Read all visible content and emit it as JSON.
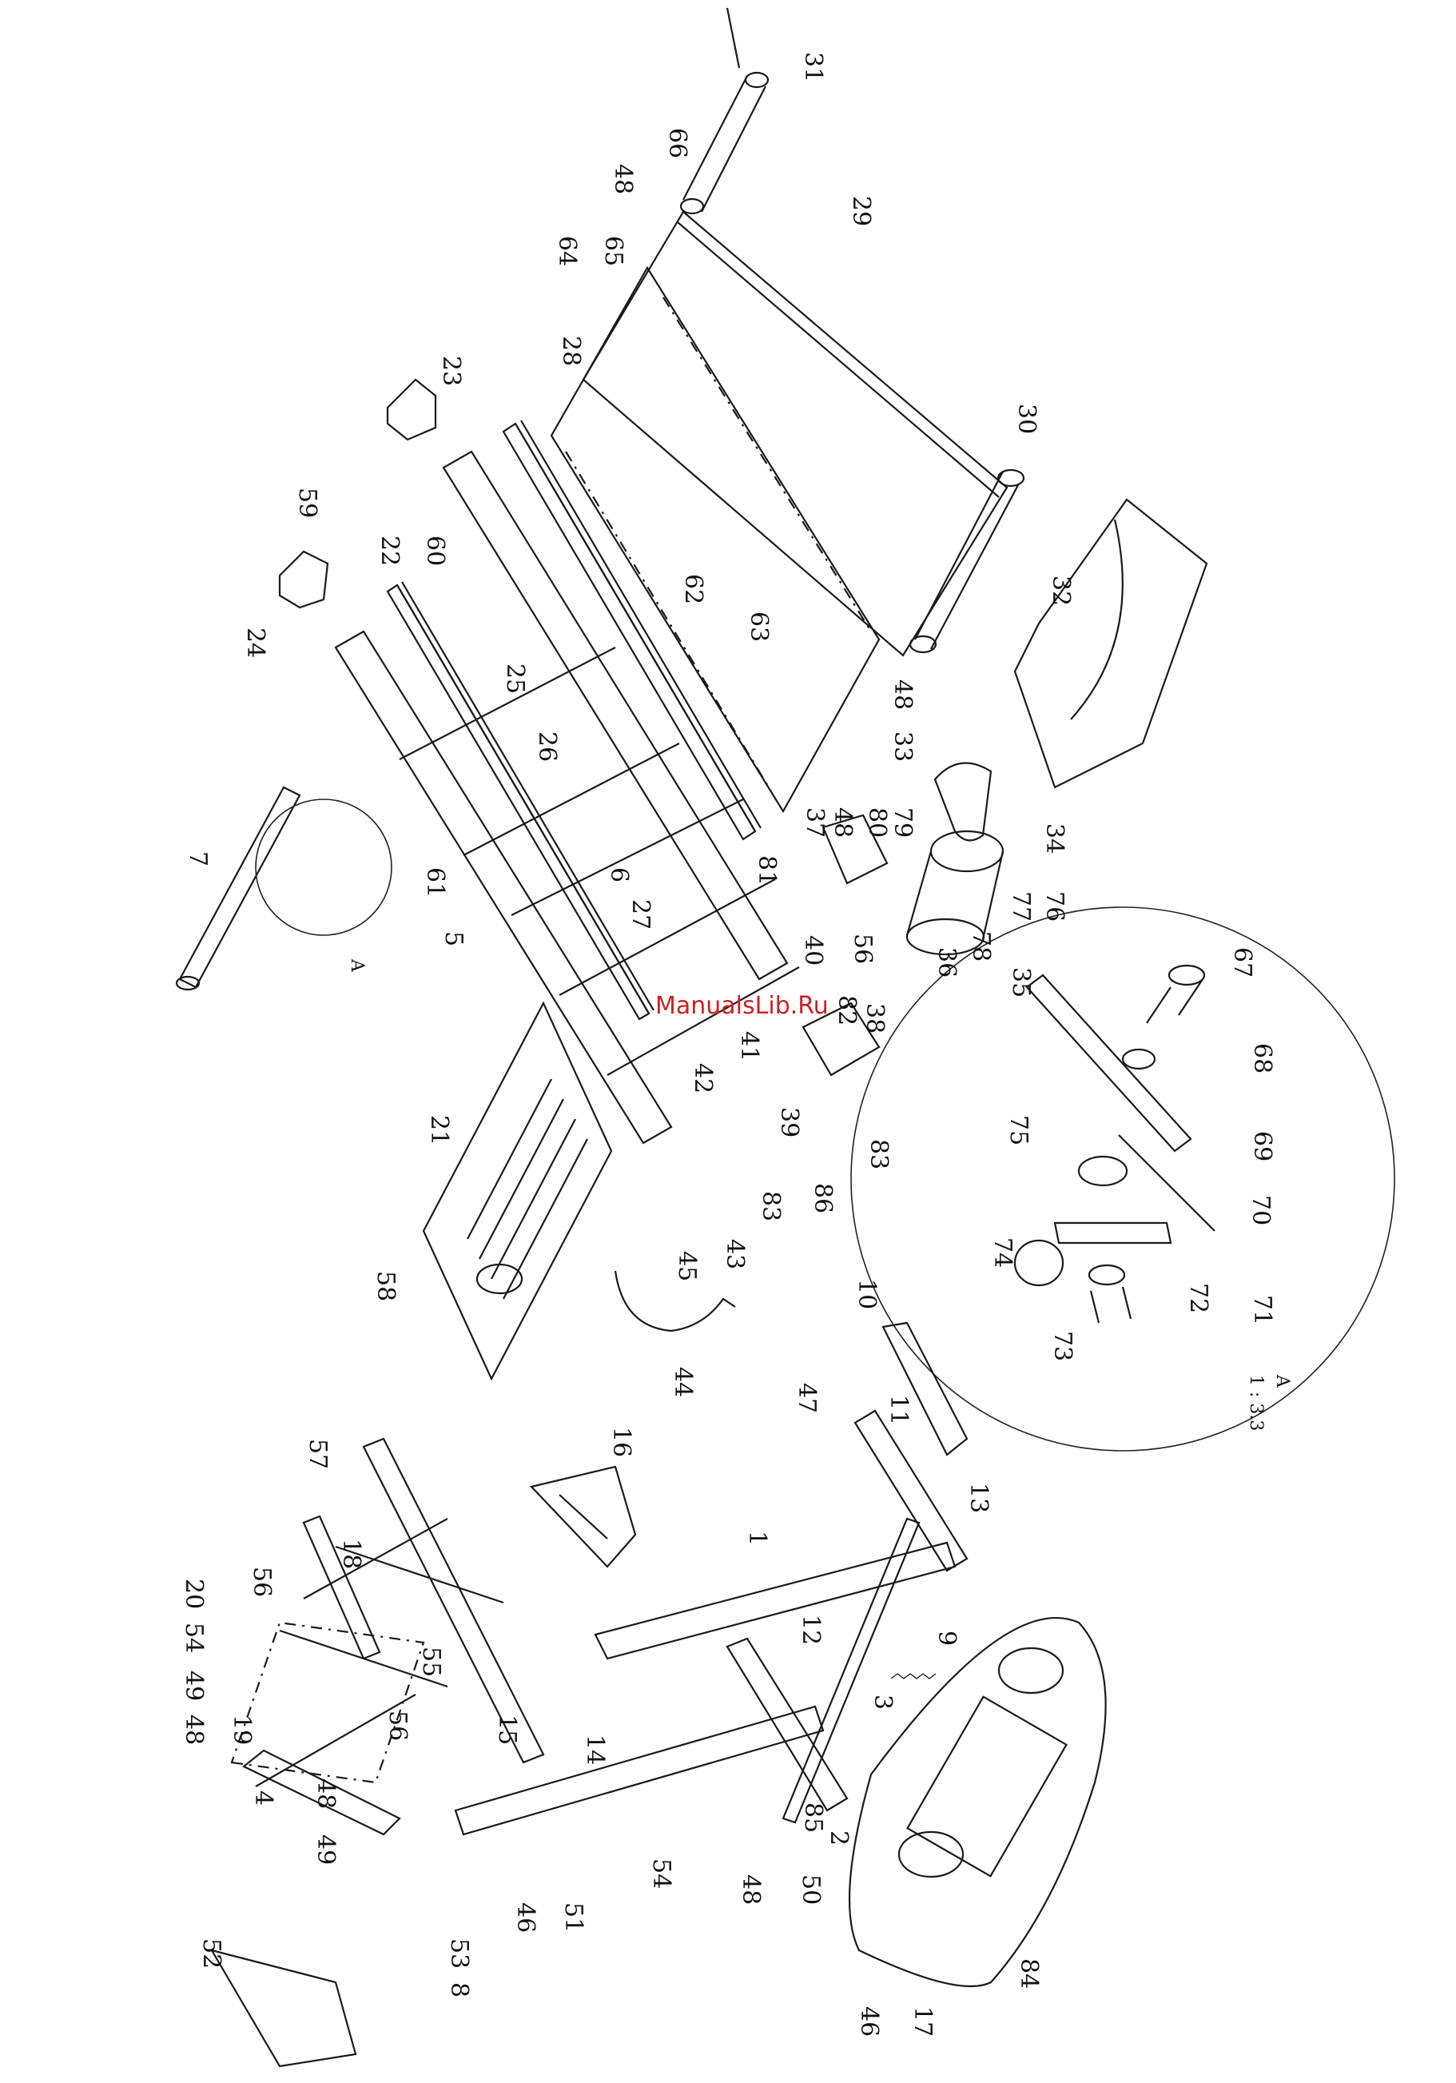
{
  "watermark": "ManualsLib.Ru",
  "detail": {
    "label": "A",
    "scale": "1 : 3.3"
  },
  "callouts": [
    {
      "id": "c31",
      "text": "31"
    },
    {
      "id": "c48a",
      "text": "48"
    },
    {
      "id": "c66",
      "text": "66"
    },
    {
      "id": "c29",
      "text": "29"
    },
    {
      "id": "c64",
      "text": "64"
    },
    {
      "id": "c65",
      "text": "65"
    },
    {
      "id": "c23",
      "text": "23"
    },
    {
      "id": "c28",
      "text": "28"
    },
    {
      "id": "c30",
      "text": "30"
    },
    {
      "id": "c59",
      "text": "59"
    },
    {
      "id": "c22",
      "text": "22"
    },
    {
      "id": "c60",
      "text": "60"
    },
    {
      "id": "c62",
      "text": "62"
    },
    {
      "id": "c24",
      "text": "24"
    },
    {
      "id": "c25",
      "text": "25"
    },
    {
      "id": "c63",
      "text": "63"
    },
    {
      "id": "c32",
      "text": "32"
    },
    {
      "id": "c26",
      "text": "26"
    },
    {
      "id": "c48b",
      "text": "48"
    },
    {
      "id": "c33",
      "text": "33"
    },
    {
      "id": "c7",
      "text": "7"
    },
    {
      "id": "c61",
      "text": "61"
    },
    {
      "id": "c6",
      "text": "6"
    },
    {
      "id": "c37",
      "text": "37"
    },
    {
      "id": "c48c",
      "text": "48"
    },
    {
      "id": "c80",
      "text": "80"
    },
    {
      "id": "c79",
      "text": "79"
    },
    {
      "id": "c34",
      "text": "34"
    },
    {
      "id": "c81",
      "text": "81"
    },
    {
      "id": "c5",
      "text": "5"
    },
    {
      "id": "c27",
      "text": "27"
    },
    {
      "id": "c40",
      "text": "40"
    },
    {
      "id": "c56a",
      "text": "56"
    },
    {
      "id": "c36",
      "text": "36"
    },
    {
      "id": "c78",
      "text": "78"
    },
    {
      "id": "c77",
      "text": "77"
    },
    {
      "id": "c76",
      "text": "76"
    },
    {
      "id": "c35",
      "text": "35"
    },
    {
      "id": "c67",
      "text": "67"
    },
    {
      "id": "cA1",
      "text": "A"
    },
    {
      "id": "c82",
      "text": "82"
    },
    {
      "id": "c38",
      "text": "38"
    },
    {
      "id": "c21",
      "text": "21"
    },
    {
      "id": "c42",
      "text": "42"
    },
    {
      "id": "c41",
      "text": "41"
    },
    {
      "id": "c39",
      "text": "39"
    },
    {
      "id": "c68",
      "text": "68"
    },
    {
      "id": "c75",
      "text": "75"
    },
    {
      "id": "c69",
      "text": "69"
    },
    {
      "id": "c83a",
      "text": "83"
    },
    {
      "id": "c86",
      "text": "86"
    },
    {
      "id": "c45",
      "text": "45"
    },
    {
      "id": "c43",
      "text": "43"
    },
    {
      "id": "c83b",
      "text": "83"
    },
    {
      "id": "c70",
      "text": "70"
    },
    {
      "id": "c58",
      "text": "58"
    },
    {
      "id": "c74",
      "text": "74"
    },
    {
      "id": "c72",
      "text": "72"
    },
    {
      "id": "c71",
      "text": "71"
    },
    {
      "id": "c73",
      "text": "73"
    },
    {
      "id": "c44",
      "text": "44"
    },
    {
      "id": "c10",
      "text": "10"
    },
    {
      "id": "c47",
      "text": "47"
    },
    {
      "id": "c11",
      "text": "11"
    },
    {
      "id": "c16",
      "text": "16"
    },
    {
      "id": "c13",
      "text": "13"
    },
    {
      "id": "c57",
      "text": "57"
    },
    {
      "id": "c1",
      "text": "1"
    },
    {
      "id": "c20",
      "text": "20"
    },
    {
      "id": "c56b",
      "text": "56"
    },
    {
      "id": "c18",
      "text": "18"
    },
    {
      "id": "c54a",
      "text": "54"
    },
    {
      "id": "c55",
      "text": "55"
    },
    {
      "id": "c12",
      "text": "12"
    },
    {
      "id": "c9",
      "text": "9"
    },
    {
      "id": "c49a",
      "text": "49"
    },
    {
      "id": "c48d",
      "text": "48"
    },
    {
      "id": "c19",
      "text": "19"
    },
    {
      "id": "c15",
      "text": "15"
    },
    {
      "id": "c56c",
      "text": "56"
    },
    {
      "id": "c14",
      "text": "14"
    },
    {
      "id": "c3",
      "text": "3"
    },
    {
      "id": "c4",
      "text": "4"
    },
    {
      "id": "c48e",
      "text": "48"
    },
    {
      "id": "c85",
      "text": "85"
    },
    {
      "id": "c2",
      "text": "2"
    },
    {
      "id": "c54b",
      "text": "54"
    },
    {
      "id": "c49b",
      "text": "49"
    },
    {
      "id": "c48f",
      "text": "48"
    },
    {
      "id": "c50",
      "text": "50"
    },
    {
      "id": "c51",
      "text": "51"
    },
    {
      "id": "c46a",
      "text": "46"
    },
    {
      "id": "c52",
      "text": "52"
    },
    {
      "id": "c53",
      "text": "53"
    },
    {
      "id": "c8",
      "text": "8"
    },
    {
      "id": "c84",
      "text": "84"
    },
    {
      "id": "c46b",
      "text": "46"
    },
    {
      "id": "c17",
      "text": "17"
    }
  ]
}
